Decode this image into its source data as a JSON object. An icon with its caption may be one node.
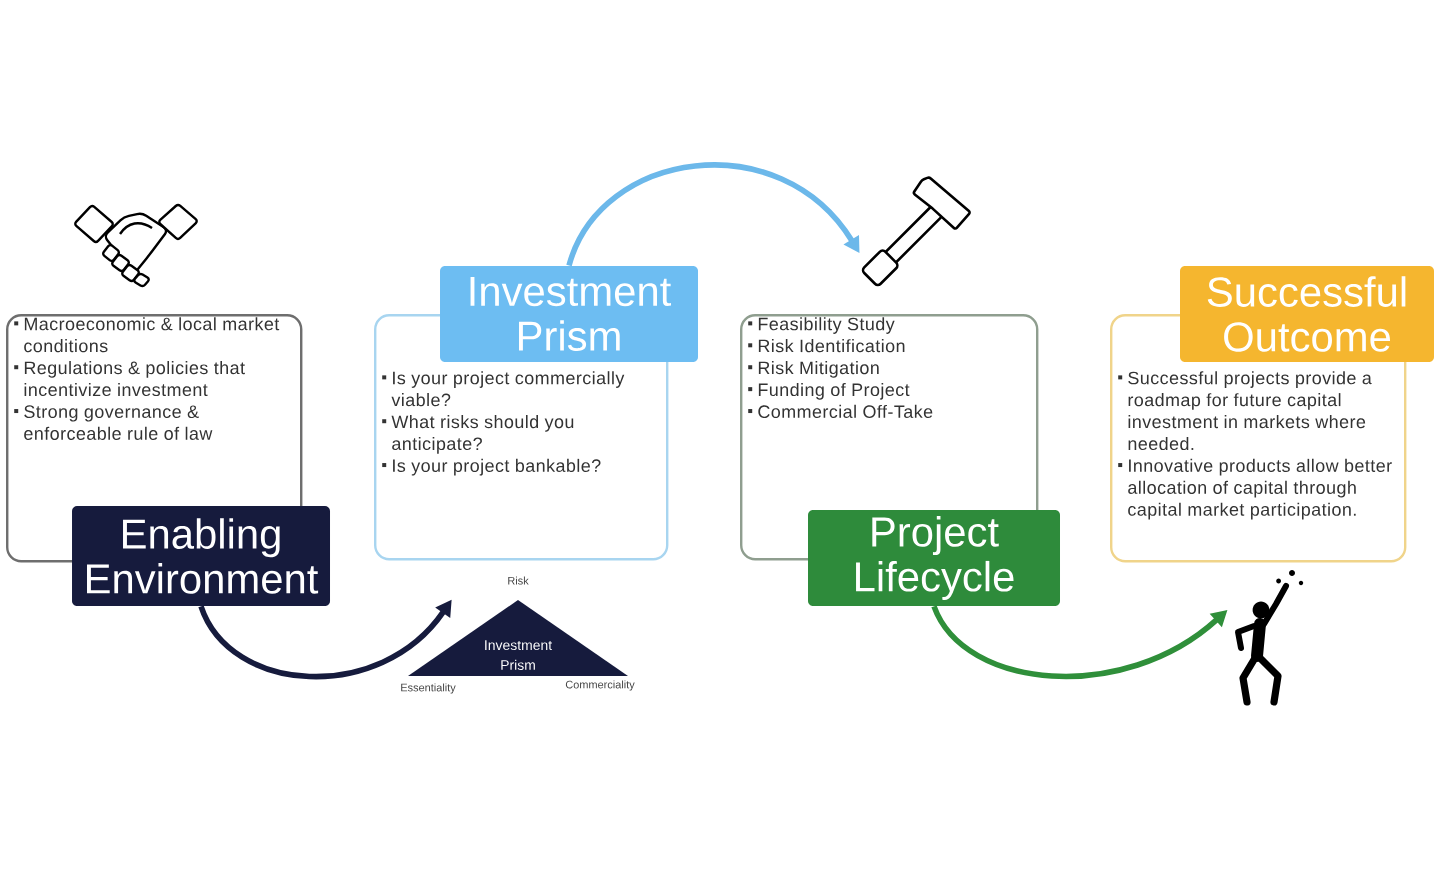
{
  "diagram": {
    "nodes": [
      {
        "text": [
          "Macroeconomic & local market conditions",
          "Regulations & policies that incentivize investment",
          "Strong governance & enforceable rule of law"
        ]
      },
      {
        "text": [
          "Enabling Environment"
        ]
      },
      {
        "text": [
          "Investment Prism"
        ]
      },
      {
        "text": [
          "Is your project commercially viable?",
          "What risks should you anticipate?",
          "Is your project bankable?"
        ]
      },
      {
        "text": [],
        "shape": "picture"
      },
      {
        "text": [
          "Feasibility Study",
          "Risk Identification",
          "Risk Mitigation",
          "Funding of Project",
          "Commercial Off-Take"
        ]
      },
      {
        "text": [
          "Project Lifecycle"
        ]
      },
      {
        "text": [
          "Successful Outcome"
        ]
      },
      {
        "text": [
          "Successful projects provide a roadmap for future capital investment in markets where needed.",
          "Innovative products allow better allocation of capital through capital market participation."
        ]
      },
      {
        "text": [
          "Investment Prism"
        ],
        "beside": [
          "Risk",
          "Essentiality",
          "Commerciality"
        ]
      },
      {
        "text": [],
        "shape": "person"
      }
    ],
    "edges": [
      {
        "from": 1,
        "to": 9,
        "arrow": "to",
        "color": "#161b3d"
      },
      {
        "from": 2,
        "to": 4,
        "arrow": "to",
        "color": "#6cb8ea"
      },
      {
        "from": 6,
        "to": 10,
        "arrow": "to",
        "color": "#2f8f3a"
      }
    ]
  }
}
